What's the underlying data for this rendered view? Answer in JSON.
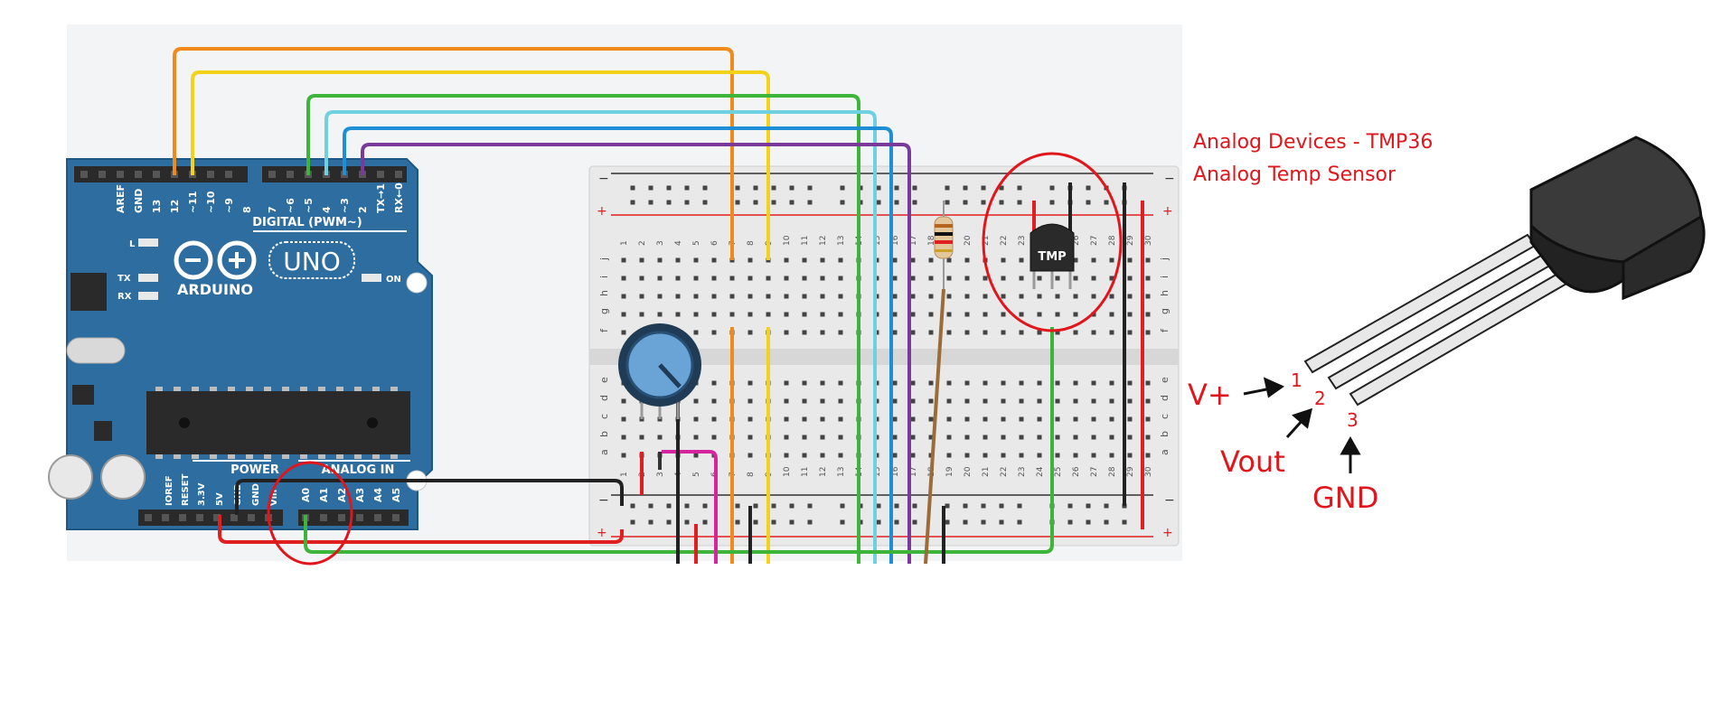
{
  "arduino": {
    "brand": "ARDUINO",
    "model": "UNO",
    "digital_header": "DIGITAL (PWM~)",
    "power_header": "POWER",
    "analog_header": "ANALOG IN",
    "led_l": "L",
    "led_tx": "TX",
    "led_rx": "RX",
    "led_on": "ON",
    "digital_pins": [
      "AREF",
      "GND",
      "13",
      "12",
      "~11",
      "~10",
      "~9",
      "8",
      "7",
      "~6",
      "~5",
      "4",
      "~3",
      "2",
      "TX→1",
      "RX←0"
    ],
    "power_pins": [
      "IOREF",
      "RESET",
      "3.3V",
      "5V",
      "GND",
      "GND",
      "Vin"
    ],
    "analog_pins": [
      "A0",
      "A1",
      "A2",
      "A3",
      "A4",
      "A5"
    ]
  },
  "breadboard": {
    "row_letters_top": [
      "j",
      "i",
      "h",
      "g",
      "f"
    ],
    "row_letters_bottom": [
      "e",
      "d",
      "c",
      "b",
      "a"
    ],
    "column_numbers": [
      "1",
      "2",
      "3",
      "4",
      "5",
      "6",
      "7",
      "8",
      "9",
      "10",
      "11",
      "12",
      "13",
      "14",
      "15",
      "16",
      "17",
      "18",
      "19",
      "20",
      "21",
      "22",
      "23",
      "24",
      "25",
      "26",
      "27",
      "28",
      "29",
      "30"
    ],
    "rail_minus": "−",
    "rail_plus": "+"
  },
  "sensor_chip_label": "TMP",
  "info": {
    "title_line1": "Analog Devices - TMP36",
    "title_line2": "Analog Temp Sensor"
  },
  "pinout": {
    "pin_numbers": [
      "1",
      "2",
      "3"
    ],
    "vplus_label": "V+",
    "vout_label": "Vout",
    "gnd_label": "GND"
  },
  "colors": {
    "board_blue": "#2b6b9e",
    "wire_orange": "#f08a1c",
    "wire_yellow": "#f2d21b",
    "wire_green": "#3db53a",
    "wire_lightblue": "#6fd1e0",
    "wire_blue": "#1e8fd6",
    "wire_purple": "#7a3a9c",
    "wire_red": "#e02020",
    "wire_black": "#222222",
    "wire_pink": "#d6249f",
    "wire_brown": "#9c6b3a",
    "annotation_red": "#e0161c"
  }
}
